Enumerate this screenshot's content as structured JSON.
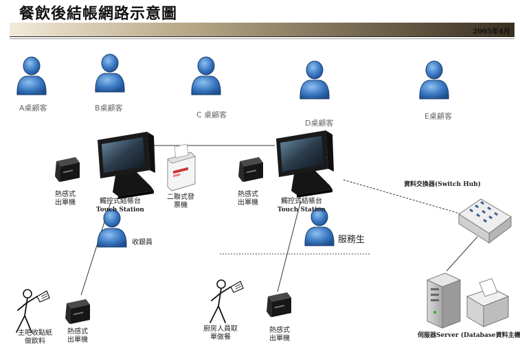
{
  "header": {
    "title": "餐飲後結帳網路示意圖",
    "date": "2005年4月"
  },
  "customers": [
    {
      "label": "A桌顧客"
    },
    {
      "label": "B桌顧客"
    },
    {
      "label": "C 桌顧客"
    },
    {
      "label": "D桌顧客"
    },
    {
      "label": "E桌顧客"
    }
  ],
  "devices": {
    "touch_station_1": {
      "line1": "觸控式結帳台",
      "line2": "Touch Station"
    },
    "touch_station_2": {
      "line1": "觸控式結帳台",
      "line2": "Touch Station"
    },
    "thermal_printer_1": {
      "line1": "熱感式",
      "line2": "出單機"
    },
    "thermal_printer_2": {
      "line1": "熱感式",
      "line2": "出單機"
    },
    "thermal_printer_3": {
      "line1": "熱感式",
      "line2": "出單機"
    },
    "thermal_printer_4": {
      "line1": "熱感式",
      "line2": "出單機"
    },
    "invoice_printer": {
      "line1": "二聯式發",
      "line2": "票機"
    },
    "switch_hub": {
      "label": "資料交換器(Switch Hub)"
    },
    "server": {
      "label": "伺服器Server (Database資料主機)"
    }
  },
  "people": {
    "cashier": {
      "label": "收銀員"
    },
    "waiter": {
      "label": "服務生"
    },
    "bar_staff": {
      "line1": "主吧收點紙",
      "line2": "做飲料"
    },
    "kitchen_staff": {
      "line1": "廚房人員取",
      "line2": "單做餐"
    }
  },
  "colors": {
    "person_fill": "#3a78c2",
    "person_dark": "#1f4f8e",
    "device_dark": "#1c1c1c"
  }
}
